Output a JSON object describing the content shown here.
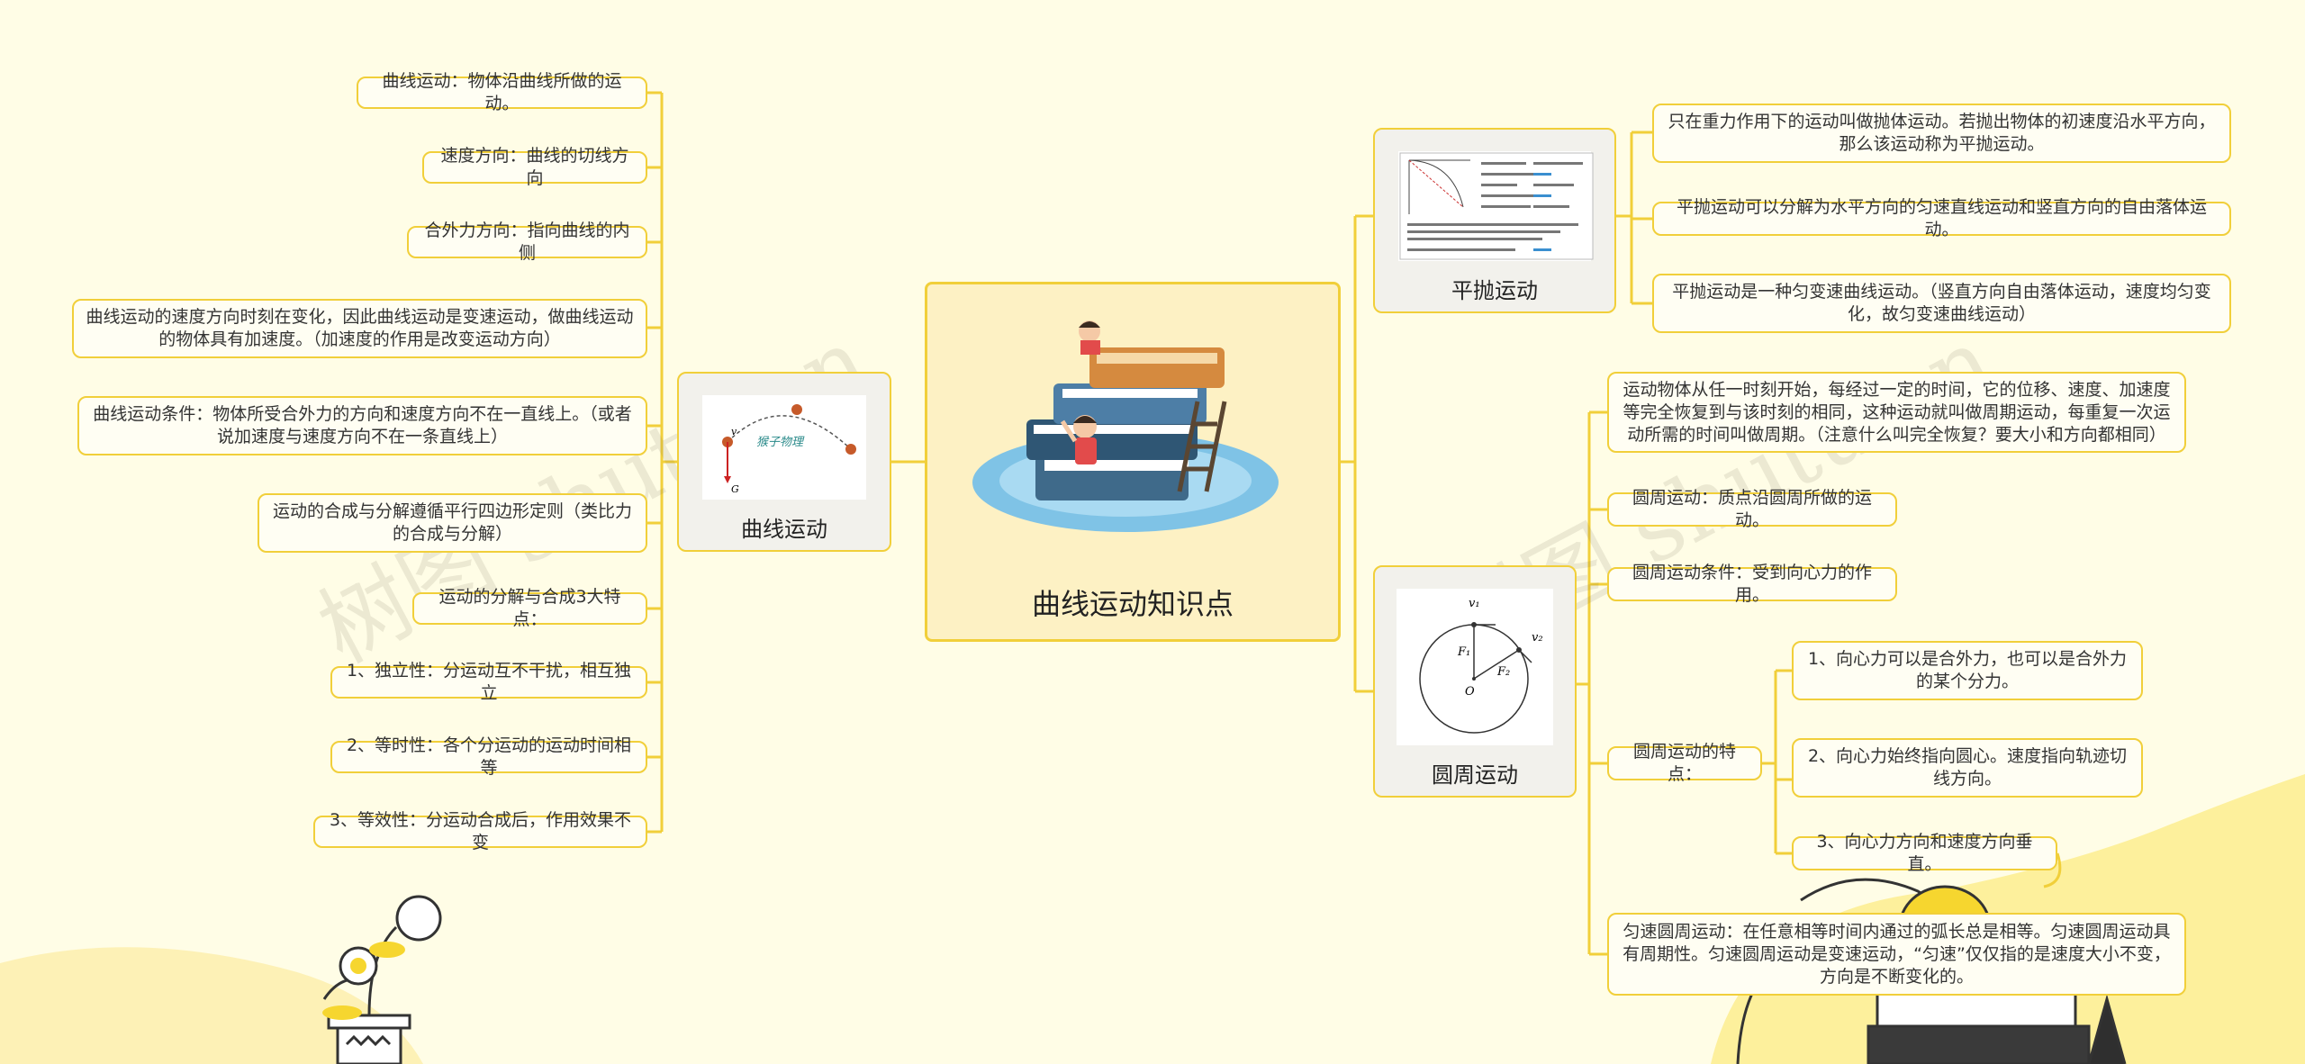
{
  "center": {
    "title": "曲线运动知识点",
    "picture": "books-and-children-illustration"
  },
  "watermark": "树图 shutu.cn",
  "left_branch": {
    "title": "曲线运动",
    "thumb_text": "猴子物理",
    "thumb_v": "v",
    "thumb_g": "G",
    "items": [
      "曲线运动：物体沿曲线所做的运动。",
      "速度方向：曲线的切线方向",
      "合外力方向：指向曲线的内侧",
      "曲线运动的速度方向时刻在变化，因此曲线运动是变速运动，做曲线运动的物体具有加速度。（加速度的作用是改变运动方向）",
      "曲线运动条件：物体所受合外力的方向和速度方向不在一直线上。（或者说加速度与速度方向不在一条直线上）",
      "运动的合成与分解遵循平行四边形定则（类比力的合成与分解）",
      "运动的分解与合成3大特点：",
      "1、独立性：分运动互不干扰，相互独立",
      "2、等时性：各个分运动的运动时间相等",
      "3、等效性：分运动合成后，作用效果不变"
    ]
  },
  "right_top_branch": {
    "title": "平抛运动",
    "items": [
      "只在重力作用下的运动叫做抛体运动。若抛出物体的初速度沿水平方向，那么该运动称为平抛运动。",
      "平抛运动可以分解为水平方向的匀速直线运动和竖直方向的自由落体运动。",
      "平抛运动是一种匀变速曲线运动。（竖直方向自由落体运动，速度均匀变化，故匀变速曲线运动）"
    ]
  },
  "right_bottom_branch": {
    "title": "圆周运动",
    "thumb_labels": {
      "v1": "v₁",
      "v2": "v₂",
      "f1": "F₁",
      "f2": "F₂",
      "o": "O"
    },
    "items": [
      "运动物体从任一时刻开始，每经过一定的时间，它的位移、速度、加速度等完全恢复到与该时刻的相同，这种运动就叫做周期运动，每重复一次运动所需的时间叫做周期。（注意什么叫完全恢复？要大小和方向都相同）",
      "圆周运动：质点沿圆周所做的运动。",
      "圆周运动条件：受到向心力的作用。",
      "圆周运动的特点：",
      "匀速圆周运动：在任意相等时间内通过的弧长总是相等。匀速圆周运动具有周期性。匀速圆周运动是变速运动，“匀速”仅仅指的是速度大小不变，方向是不断变化的。"
    ],
    "sub_items": [
      "1、向心力可以是合外力，也可以是合外力的某个分力。",
      "2、向心力始终指向圆心。速度指向轨迹切线方向。",
      "3、向心力方向和速度方向垂直。"
    ]
  },
  "colors": {
    "background": "#fffde6",
    "accent": "#f1cf3a",
    "node_fill": "#fffef3",
    "branch_fill": "#f2f1ec"
  }
}
